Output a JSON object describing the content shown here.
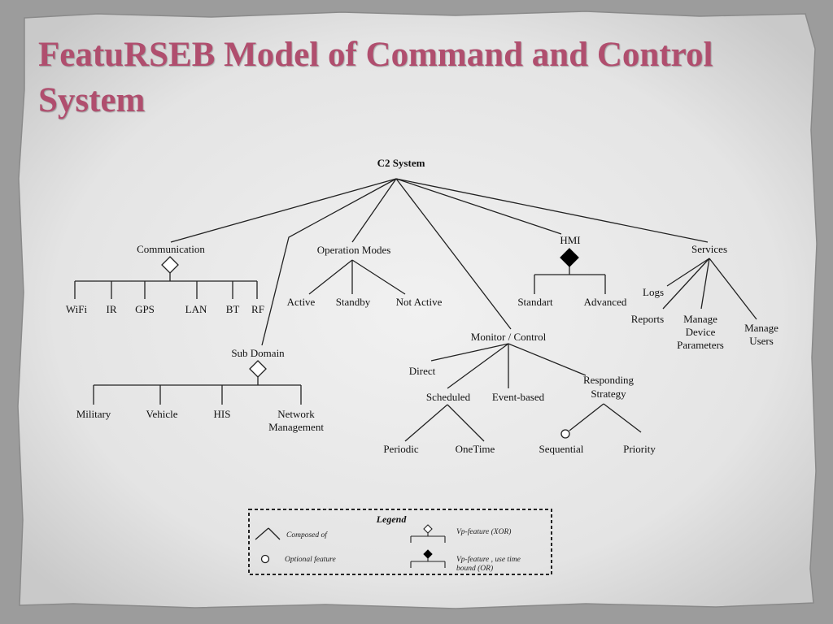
{
  "slide": {
    "title": "FeatuRSEB Model of Command and Control System"
  },
  "diagram": {
    "root": "C2 System",
    "communication": {
      "label": "Communication",
      "children": [
        "WiFi",
        "IR",
        "GPS",
        "LAN",
        "BT",
        "RF"
      ]
    },
    "operation_modes": {
      "label": "Operation Modes",
      "children": [
        "Active",
        "Standby",
        "Not Active"
      ]
    },
    "hmi": {
      "label": "HMI",
      "children": [
        "Standart",
        "Advanced"
      ]
    },
    "services": {
      "label": "Services",
      "children": [
        "Logs",
        "Reports",
        "Manage Device Parameters",
        "Manage Users"
      ]
    },
    "sub_domain": {
      "label": "Sub Domain",
      "children": [
        "Military",
        "Vehicle",
        "HIS",
        "Network Management"
      ]
    },
    "monitor_control": {
      "label": "Monitor / Control",
      "children": [
        "Direct",
        "Scheduled",
        "Event-based",
        "Responding Strategy"
      ],
      "scheduled_children": [
        "Periodic",
        "OneTime"
      ],
      "strategy_children": [
        "Sequential",
        "Priority"
      ]
    }
  },
  "legend": {
    "title": "Legend",
    "composed_of": "Composed of",
    "optional_feature": "Optional feature",
    "vp_xor": "Vp-feature (XOR)",
    "vp_or": "Vp-feature , use time bound (OR)"
  }
}
